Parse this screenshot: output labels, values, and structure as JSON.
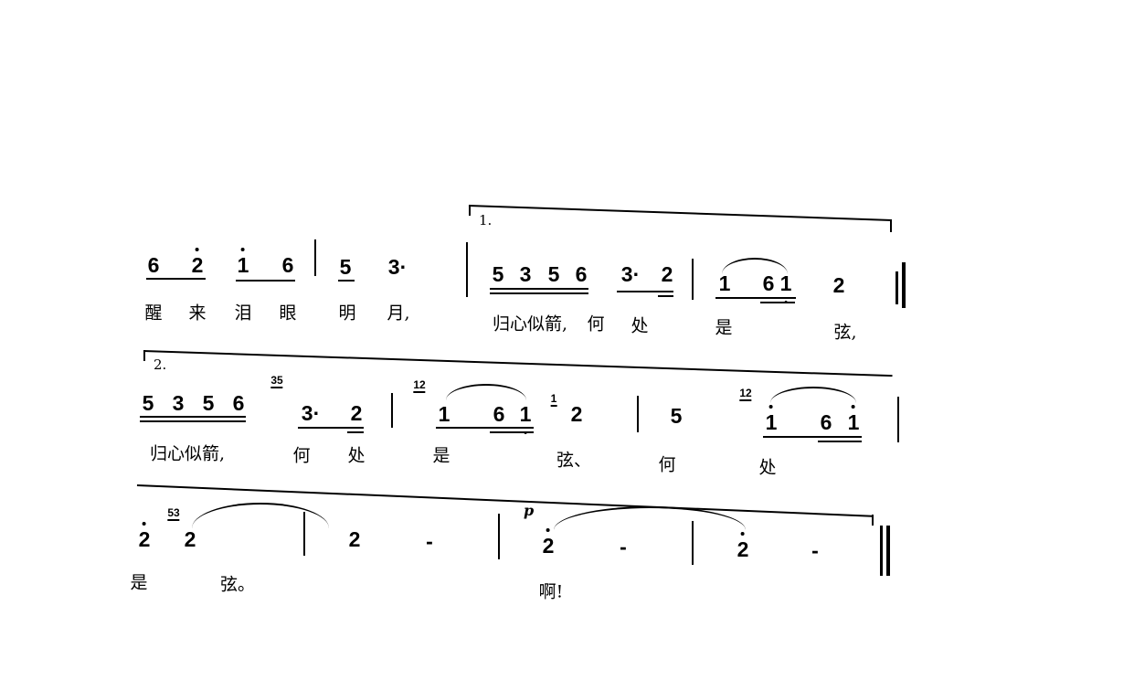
{
  "volta": {
    "first": "1.",
    "second": "2."
  },
  "rows": [
    {
      "notes": [
        "6",
        "2",
        "1",
        "6",
        "5",
        "3·",
        "5",
        "3",
        "5",
        "6",
        "3·",
        "2",
        "1",
        "6",
        "1",
        "2"
      ],
      "lyrics": [
        "醒",
        "来",
        "泪",
        "眼",
        "明",
        "月,",
        "归心似箭,",
        "何",
        "处",
        "是",
        "弦,"
      ]
    },
    {
      "notes": [
        "5",
        "3",
        "5",
        "6",
        "3·",
        "2",
        "1",
        "6",
        "1",
        "2",
        "5",
        "1",
        "6",
        "1"
      ],
      "graces": [
        "35",
        "12",
        "1",
        "12"
      ],
      "lyrics": [
        "归心似箭,",
        "何",
        "处",
        "是",
        "弦、",
        "何",
        "处"
      ]
    },
    {
      "notes": [
        "2",
        "2",
        "2",
        "-",
        "2",
        "-",
        "2",
        "-"
      ],
      "graces": [
        "53"
      ],
      "dynamic": "p",
      "lyrics": [
        "是",
        "弦。",
        "啊!"
      ]
    }
  ]
}
